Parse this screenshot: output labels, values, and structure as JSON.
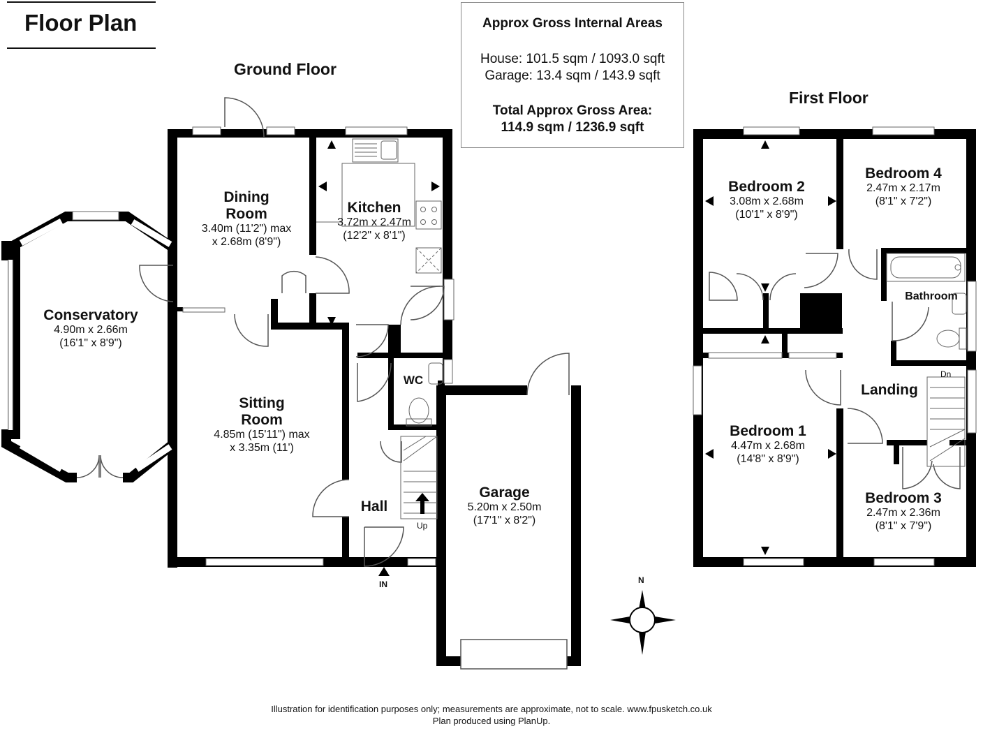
{
  "header": {
    "title": "Floor Plan"
  },
  "areas": {
    "heading": "Approx Gross Internal Areas",
    "house": "House: 101.5 sqm / 1093.0 sqft",
    "garage": "Garage: 13.4 sqm / 143.9 sqft",
    "total_label": "Total Approx Gross Area:",
    "total_value": "114.9 sqm / 1236.9 sqft"
  },
  "ground_floor": {
    "heading": "Ground Floor",
    "rooms": {
      "conservatory": {
        "name": "Conservatory",
        "dim1": "4.90m x 2.66m",
        "dim2": "(16'1\" x 8'9\")"
      },
      "dining": {
        "name1": "Dining",
        "name2": "Room",
        "dim1": "3.40m (11'2\") max",
        "dim2": "x 2.68m (8'9\")"
      },
      "kitchen": {
        "name": "Kitchen",
        "dim1": "3.72m x 2.47m",
        "dim2": "(12'2\" x 8'1\")"
      },
      "sitting": {
        "name1": "Sitting",
        "name2": "Room",
        "dim1": "4.85m (15'11\") max",
        "dim2": "x 3.35m (11')"
      },
      "wc": {
        "name": "WC"
      },
      "hall": {
        "name": "Hall"
      },
      "garage": {
        "name": "Garage",
        "dim1": "5.20m x 2.50m",
        "dim2": "(17'1\" x 8'2\")"
      }
    },
    "stair_label": "Up",
    "entrance_label": "IN"
  },
  "first_floor": {
    "heading": "First Floor",
    "rooms": {
      "bedroom2": {
        "name": "Bedroom 2",
        "dim1": "3.08m x 2.68m",
        "dim2": "(10'1\" x 8'9\")"
      },
      "bedroom4": {
        "name": "Bedroom 4",
        "dim1": "2.47m x 2.17m",
        "dim2": "(8'1\" x 7'2\")"
      },
      "bathroom": {
        "name": "Bathroom"
      },
      "landing": {
        "name": "Landing"
      },
      "bedroom1": {
        "name": "Bedroom 1",
        "dim1": "4.47m x 2.68m",
        "dim2": "(14'8\" x 8'9\")"
      },
      "bedroom3": {
        "name": "Bedroom 3",
        "dim1": "2.47m x 2.36m",
        "dim2": "(8'1\" x 7'9\")"
      }
    },
    "stair_label": "Dn"
  },
  "compass": {
    "north_label": "N"
  },
  "footer": {
    "line1": "Illustration for identification purposes only; measurements are approximate, not to scale. www.fpusketch.co.uk",
    "line2": "Plan produced using PlanUp."
  }
}
